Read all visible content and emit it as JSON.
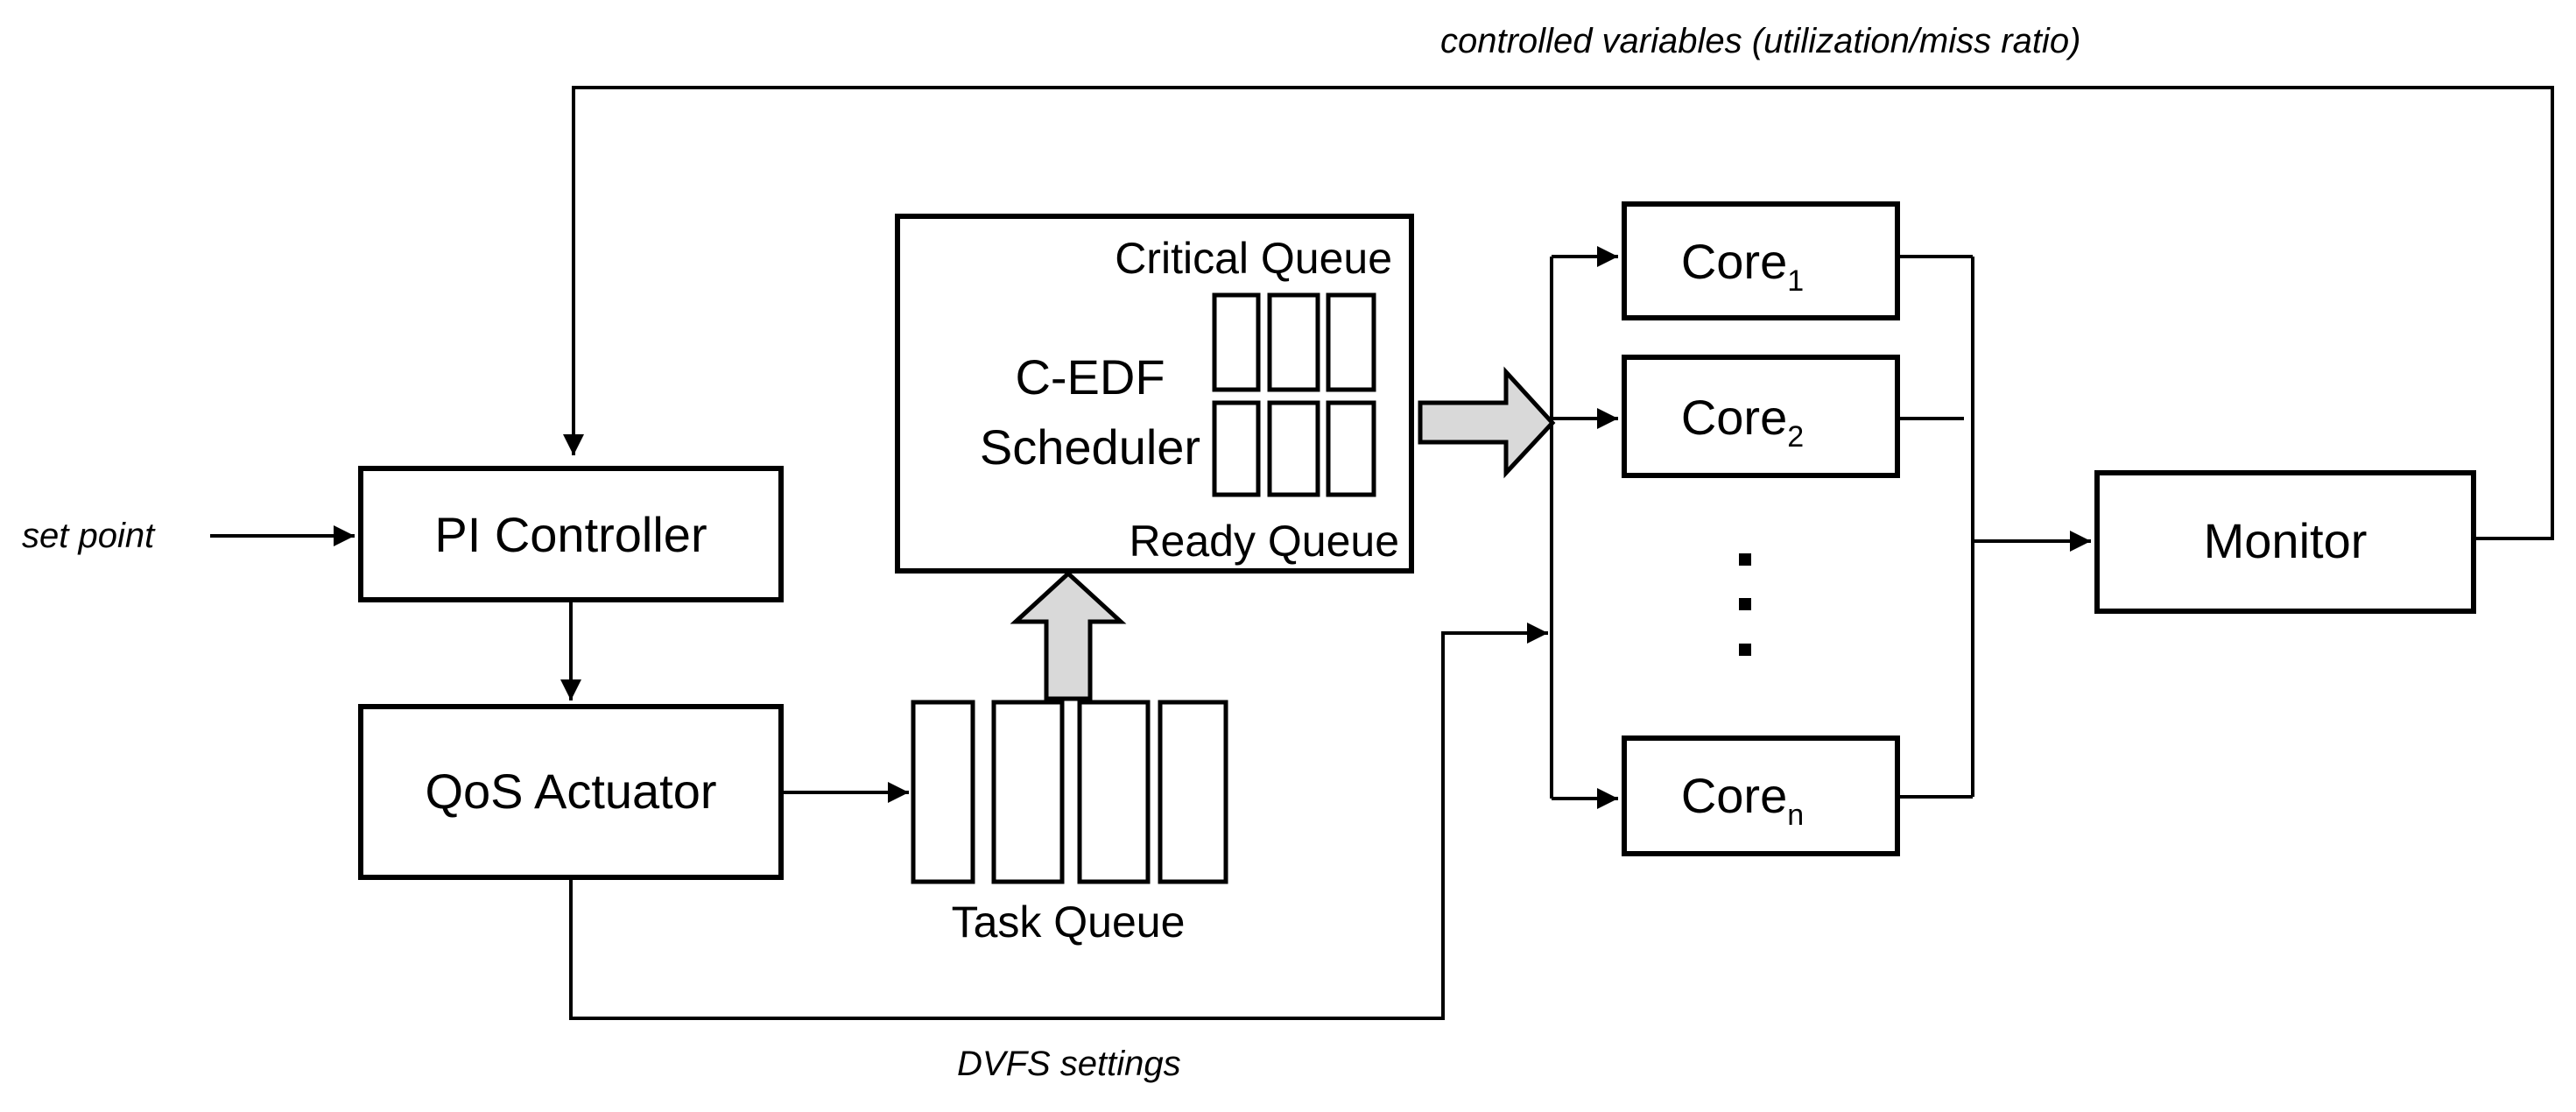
{
  "labels": {
    "feedback": "controlled variables (utilization/miss ratio)",
    "set_point": "set point",
    "dvfs": "DVFS settings"
  },
  "blocks": {
    "pi_controller": "PI Controller",
    "qos_actuator": "QoS Actuator",
    "monitor": "Monitor",
    "scheduler_line1": "C-EDF",
    "scheduler_line2": "Scheduler",
    "critical_queue": "Critical Queue",
    "ready_queue": "Ready Queue",
    "task_queue": "Task Queue"
  },
  "cores": [
    {
      "base": "Core",
      "sub": "1"
    },
    {
      "base": "Core",
      "sub": "2"
    },
    {
      "base": "Core",
      "sub": "n"
    }
  ],
  "colors": {
    "stroke": "#000000",
    "big_arrow_fill": "#d9d9d9",
    "background": "#ffffff"
  }
}
